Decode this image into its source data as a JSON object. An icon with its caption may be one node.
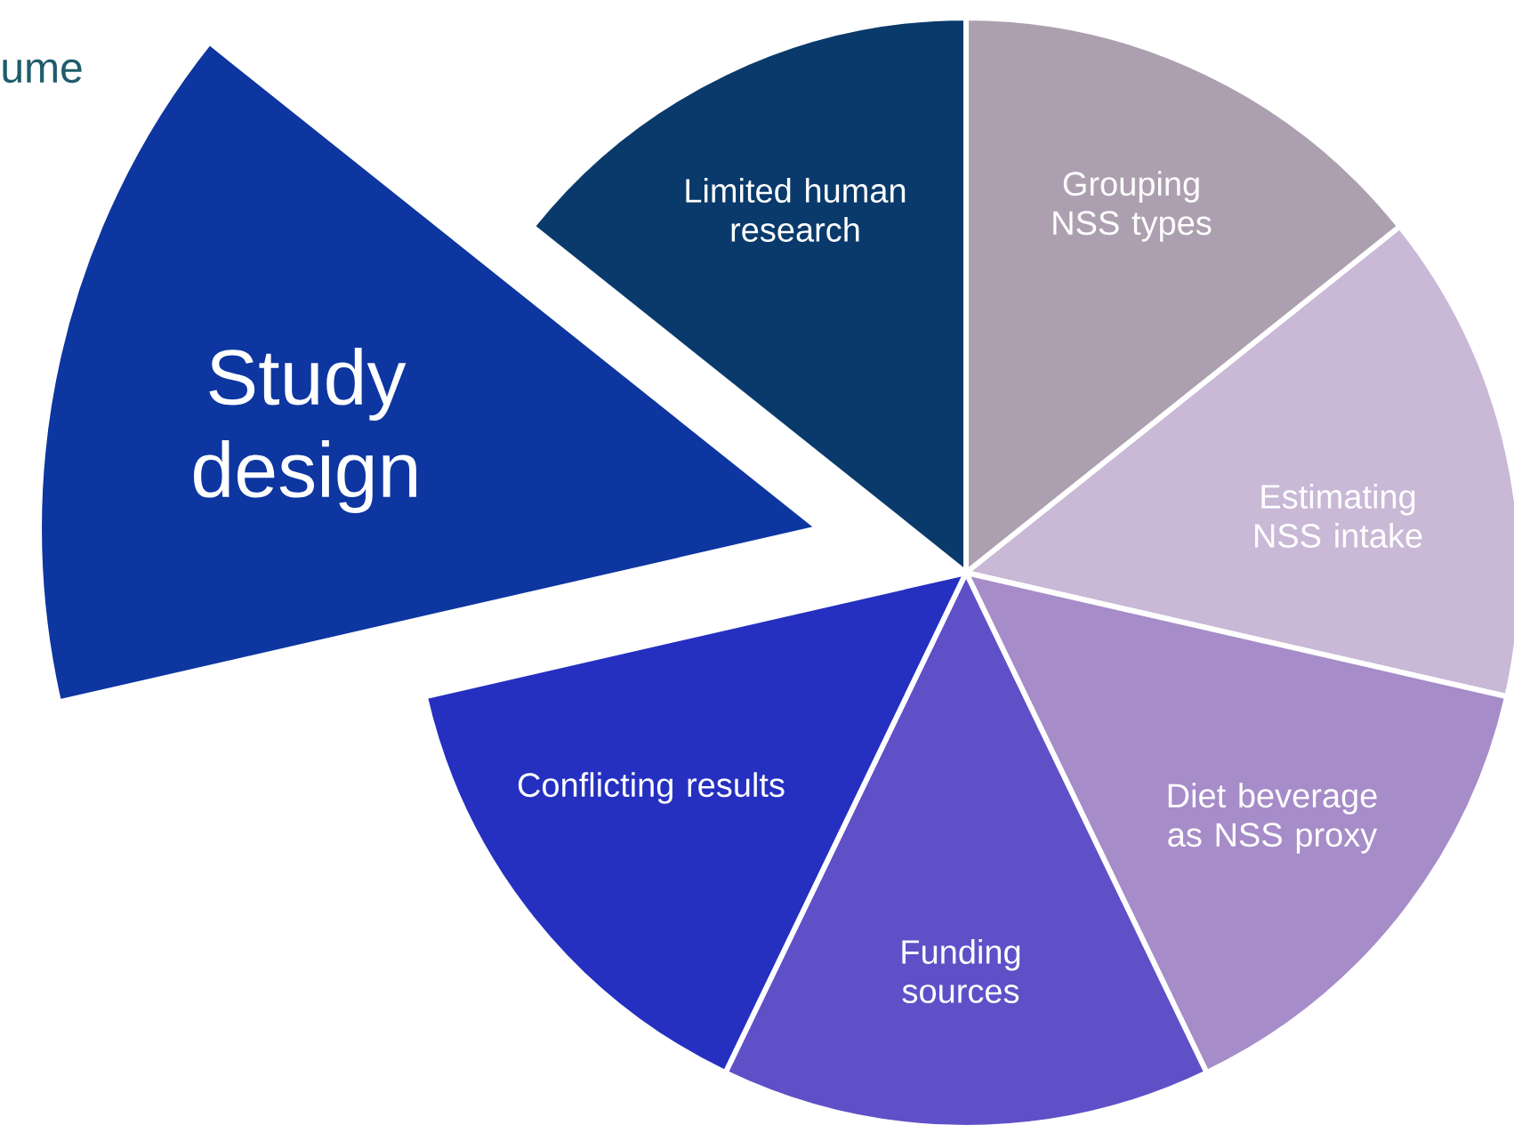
{
  "diagram": {
    "nodes": [
      {
        "text": [
          "Study design"
        ]
      },
      {
        "text": [
          "Limited human research"
        ]
      },
      {
        "text": [
          "Grouping NSS types"
        ]
      },
      {
        "text": [
          "Estimating NSS intake"
        ]
      },
      {
        "text": [
          "Diet beverage as NSS proxy"
        ]
      },
      {
        "text": [
          "Funding sources"
        ]
      },
      {
        "text": [
          "Conflicting results"
        ]
      }
    ],
    "labels": [
      "ume"
    ]
  }
}
